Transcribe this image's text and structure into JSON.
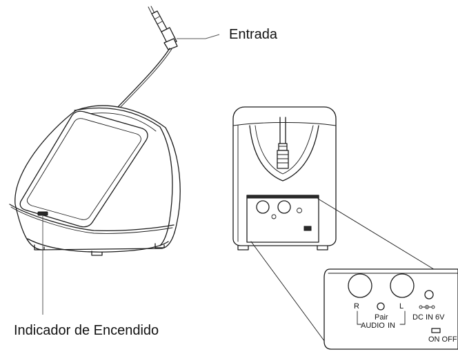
{
  "callouts": {
    "input_label": "Entrada",
    "power_indicator_label": "Indicador de Encendido"
  },
  "rear_panel": {
    "right_channel": "R",
    "left_channel": "L",
    "pair_button": "Pair",
    "audio_in": "AUDIO",
    "in_label": "IN",
    "dc_in": "DC IN 6V",
    "power_switch": "ON OFF"
  }
}
